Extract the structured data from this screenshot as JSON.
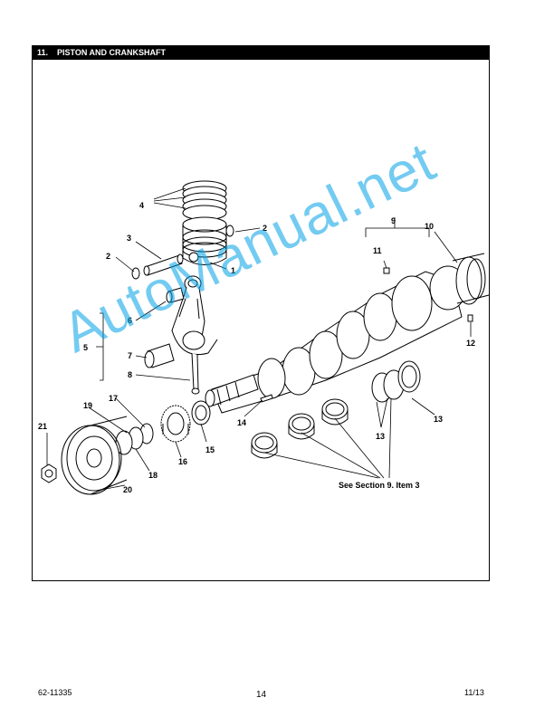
{
  "section": {
    "title": "11.    PISTON AND CRANKSHAFT"
  },
  "callouts": {
    "c1": "1",
    "c2a": "2",
    "c2b": "2",
    "c3": "3",
    "c4": "4",
    "c5": "5",
    "c6": "6",
    "c7": "7",
    "c8": "8",
    "c9": "9",
    "c10": "10",
    "c11": "11",
    "c12": "12",
    "c13a": "13",
    "c13b": "13",
    "c14": "14",
    "c15": "15",
    "c16": "16",
    "c17": "17",
    "c18": "18",
    "c19": "19",
    "c20": "20",
    "c21": "21"
  },
  "reference_note": "See Section 9. Item 3",
  "watermark": "AutoManual.net",
  "footer": {
    "doc_number": "62-11335",
    "page_number": "14",
    "date": "11/13"
  },
  "colors": {
    "watermark": "#00a0e6",
    "title_bar": "#000000"
  }
}
